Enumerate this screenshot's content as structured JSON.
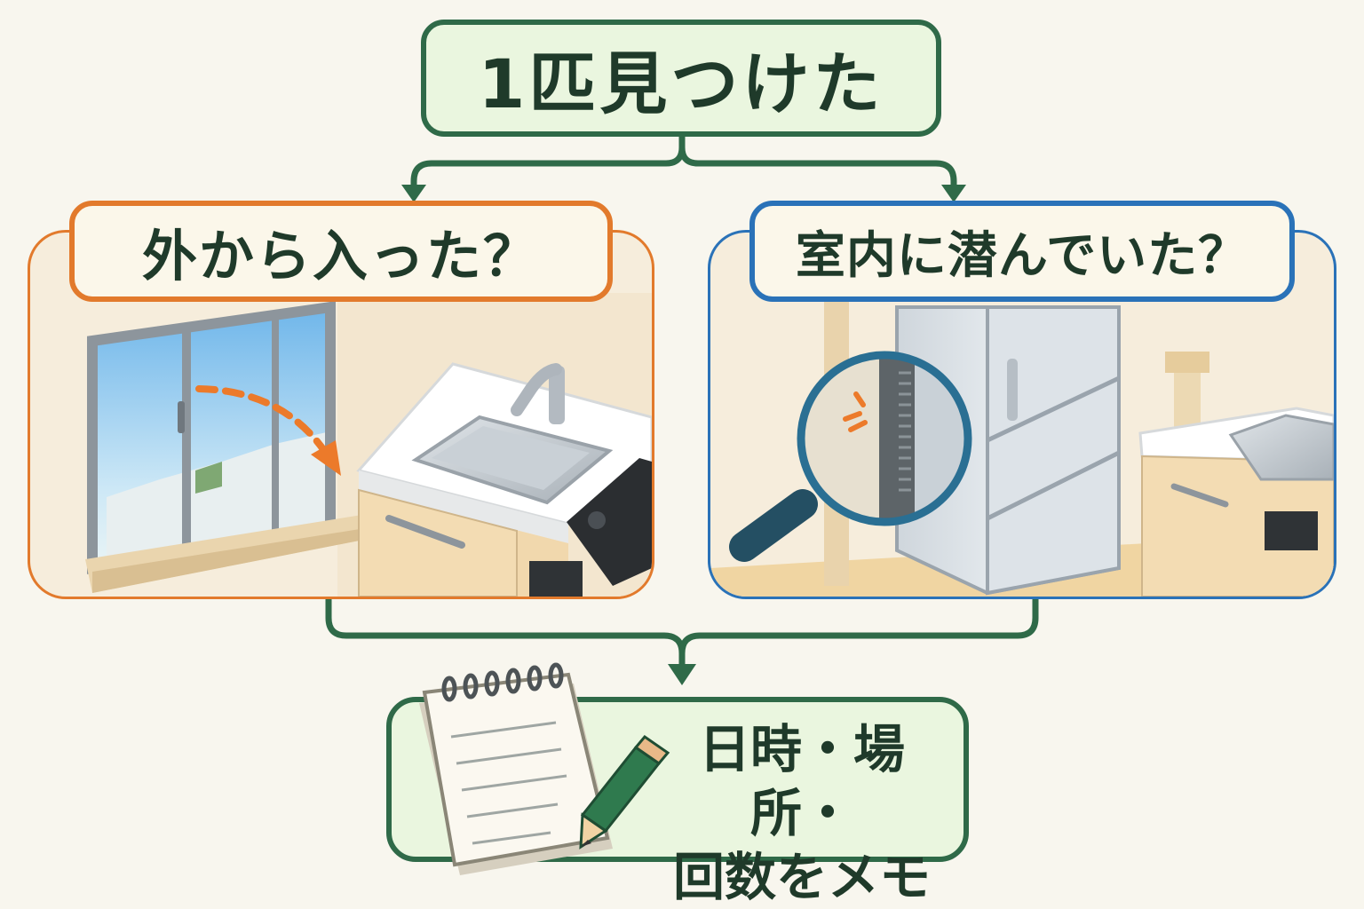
{
  "title": "1匹見つけた",
  "left_panel": {
    "label": "外から入った？",
    "accent": "#e27a2c"
  },
  "right_panel": {
    "label": "室内に潜んでいた？",
    "accent": "#2a72b8"
  },
  "result": {
    "line1": "日時・場所・",
    "line2": "回数をメモ",
    "accent": "#2f6a48"
  },
  "icons": [
    "window-illustration",
    "kitchen-sink-illustration",
    "dashed-arrow-icon",
    "refrigerator-illustration",
    "magnifier-icon",
    "notepad-icon",
    "pencil-icon"
  ]
}
